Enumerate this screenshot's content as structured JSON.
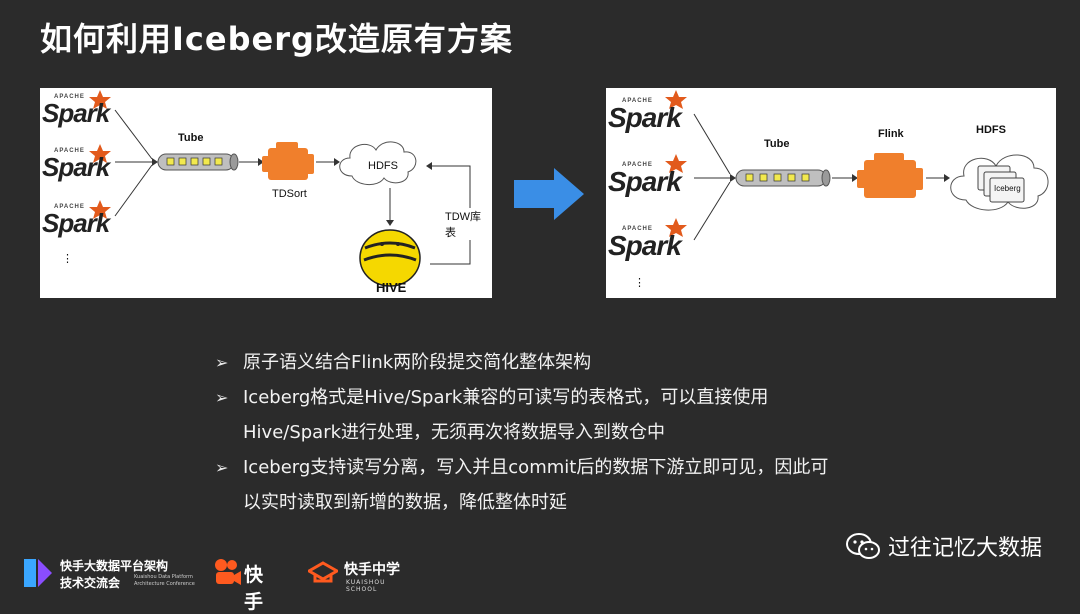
{
  "title": "如何利用Iceberg改造原有方案",
  "left_diagram": {
    "spark_apache": "APACHE",
    "spark_word": "Spark",
    "tube": "Tube",
    "tdsort": "TDSort",
    "hdfs": "HDFS",
    "tdw": "TDW库表",
    "hive": "HIVE",
    "ellipsis": "⋮"
  },
  "right_diagram": {
    "spark_apache": "APACHE",
    "spark_word": "Spark",
    "tube": "Tube",
    "flink": "Flink",
    "hdfs": "HDFS",
    "iceberg": "Iceberg",
    "ellipsis": "⋮"
  },
  "bullets": [
    {
      "lines": [
        "原子语义结合Flink两阶段提交简化整体架构"
      ]
    },
    {
      "lines": [
        "Iceberg格式是Hive/Spark兼容的可读写的表格式，可以直接使用",
        "Hive/Spark进行处理，无须再次将数据导入到数仓中"
      ]
    },
    {
      "lines": [
        "Iceberg支持读写分离，写入并且commit后的数据下游立即可见，因此可",
        "以实时读取到新增的数据，降低整体时延"
      ]
    }
  ],
  "footer": {
    "conf_line1": "快手大数据平台架构",
    "conf_line2": "技术交流会",
    "conf_en1": "Kuaishou Data Platform",
    "conf_en2": "Architecture Conference",
    "kuaishou": "快手",
    "school": "快手中学",
    "school_en": "KUAISHOU SCHOOL",
    "wechat": "过往记忆大数据"
  },
  "colors": {
    "background": "#2b2b2b",
    "arrow": "#3a8ee6",
    "engine": "#f07f2c",
    "spark_star": "#e25a1c",
    "hive_yellow": "#f5d800",
    "footer_orange": "#ff5a1f"
  }
}
